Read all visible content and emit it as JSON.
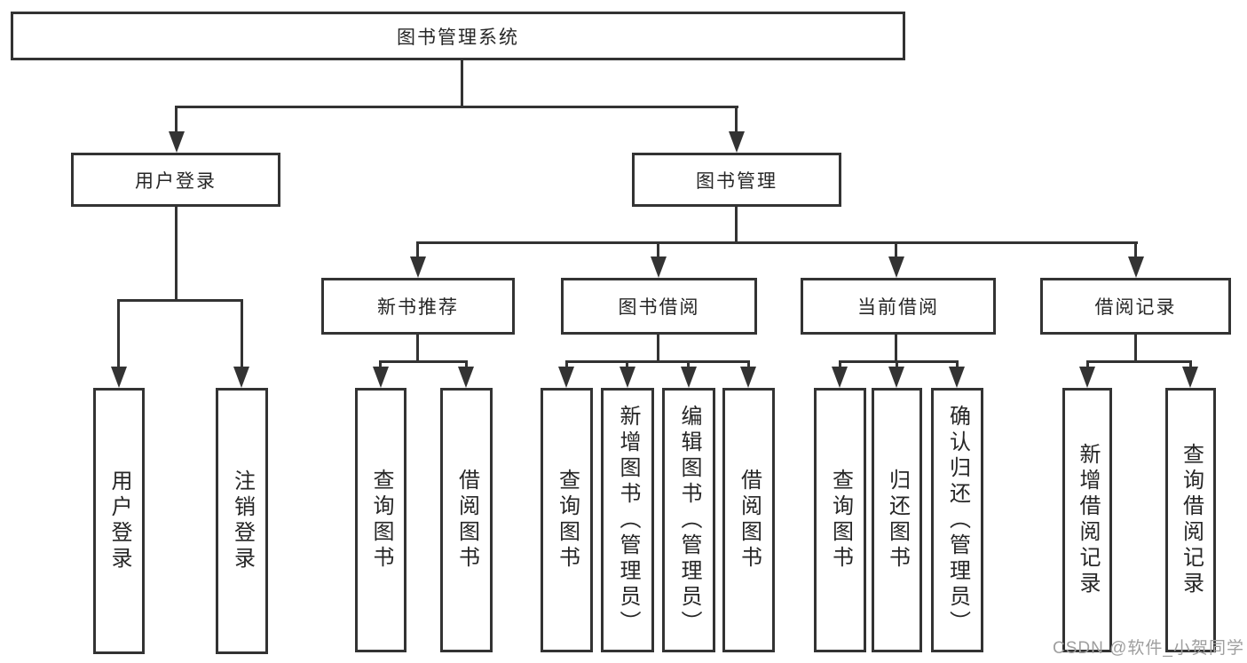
{
  "tree": {
    "root": {
      "label": "图书管理系统"
    },
    "branches": [
      {
        "label": "用户登录",
        "children": [
          {
            "label": "用户登录"
          },
          {
            "label": "注销登录"
          }
        ]
      },
      {
        "label": "图书管理",
        "children": [
          {
            "label": "新书推荐",
            "children": [
              {
                "label": "查询图书"
              },
              {
                "label": "借阅图书"
              }
            ]
          },
          {
            "label": "图书借阅",
            "children": [
              {
                "label": "查询图书"
              },
              {
                "label": "新增图书（管理员）"
              },
              {
                "label": "编辑图书（管理员）"
              },
              {
                "label": "借阅图书"
              }
            ]
          },
          {
            "label": "当前借阅",
            "children": [
              {
                "label": "查询图书"
              },
              {
                "label": "归还图书"
              },
              {
                "label": "确认归还（管理员）"
              }
            ]
          },
          {
            "label": "借阅记录",
            "children": [
              {
                "label": "新增借阅记录"
              },
              {
                "label": "查询借阅记录"
              }
            ]
          }
        ]
      }
    ]
  },
  "watermark": "CSDN @软件_小贺同学",
  "colors": {
    "line": "#333333",
    "box_border": "#333333",
    "text": "#262626",
    "watermark": "#9e9e9e",
    "background": "#ffffff"
  }
}
